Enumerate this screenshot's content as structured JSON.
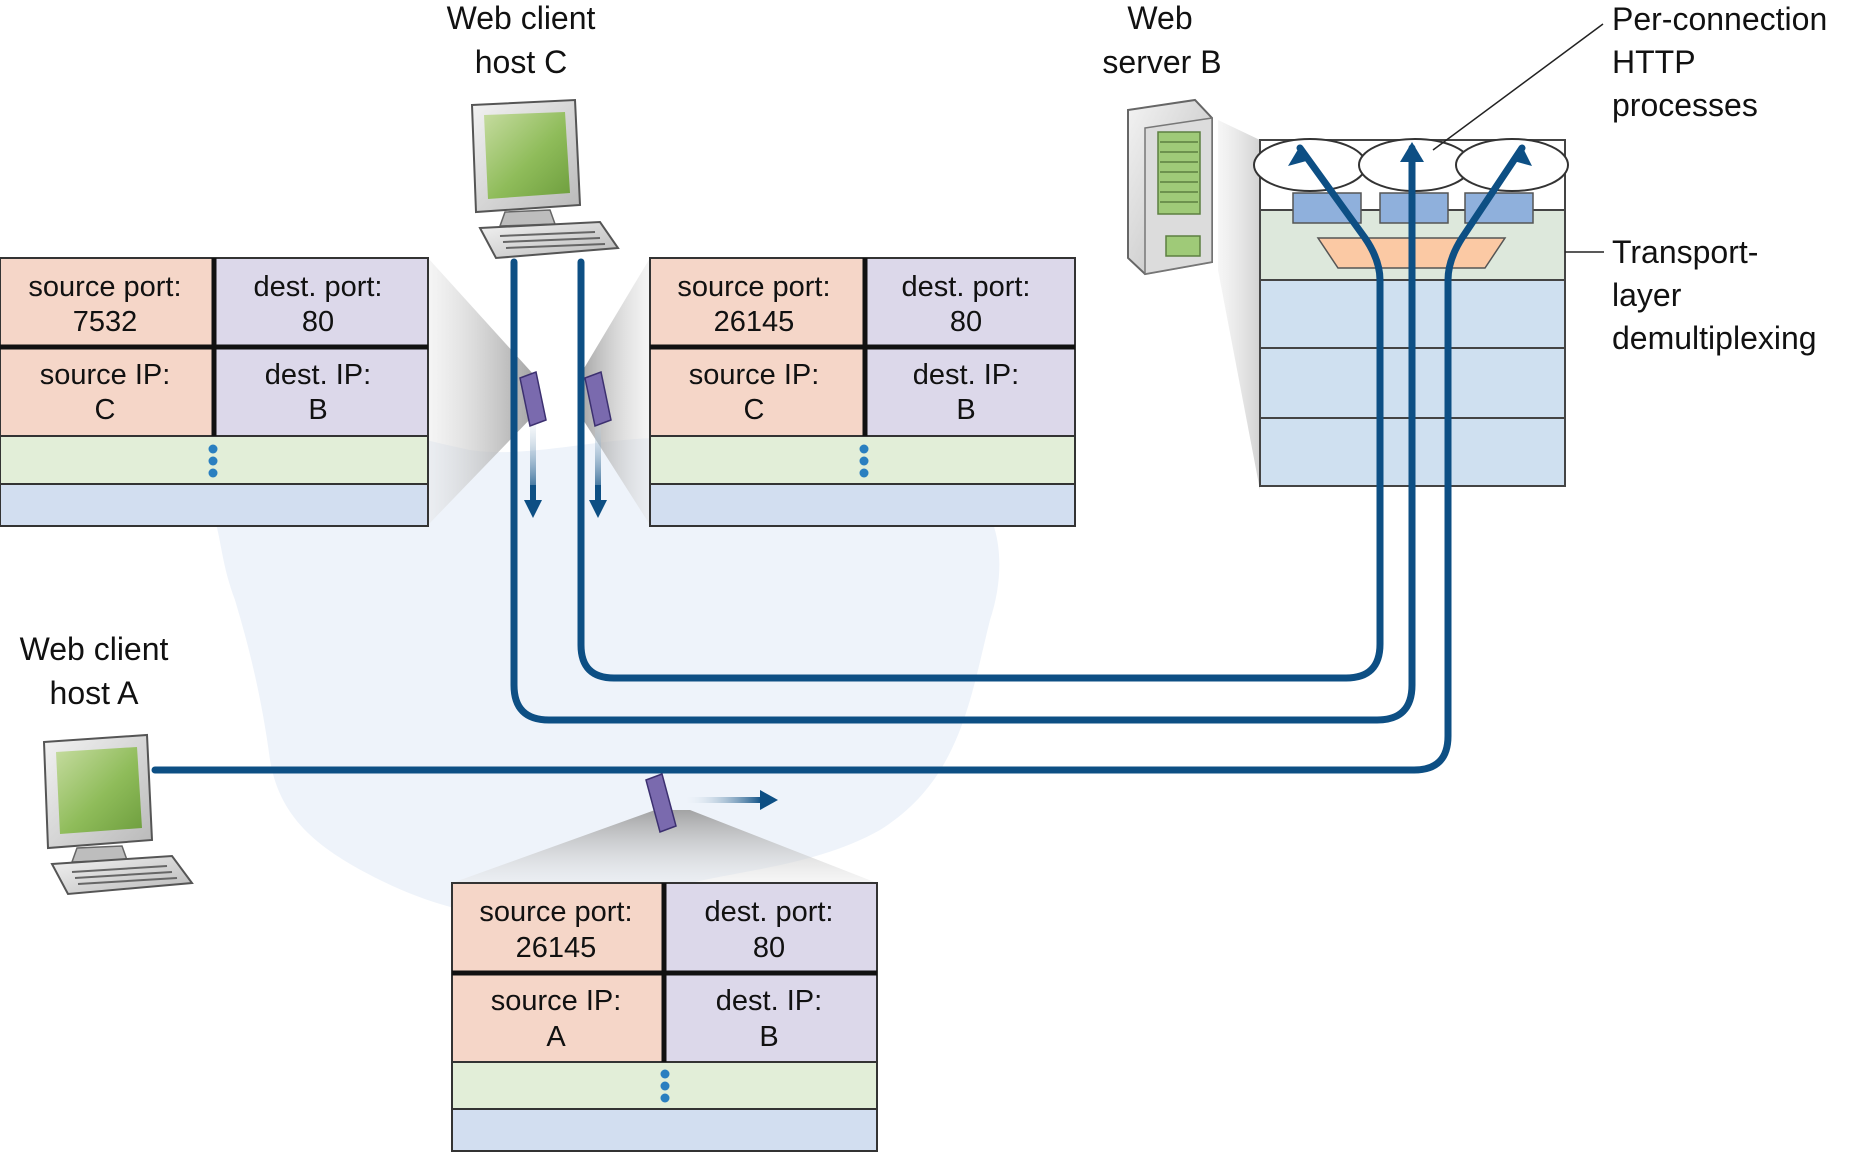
{
  "labels": {
    "client_c": [
      "Web client",
      "host C"
    ],
    "server_b": [
      "Web",
      "server B"
    ],
    "client_a": [
      "Web client",
      "host A"
    ],
    "processes": [
      "Per-connection",
      "HTTP",
      "processes"
    ],
    "demux": [
      "Transport-",
      "layer",
      "demultiplexing"
    ]
  },
  "segments": {
    "left": {
      "src_port_label": "source port:",
      "src_port": "7532",
      "dst_port_label": "dest. port:",
      "dst_port": "80",
      "src_ip_label": "source IP:",
      "src_ip": "C",
      "dst_ip_label": "dest. IP:",
      "dst_ip": "B"
    },
    "middle": {
      "src_port_label": "source port:",
      "src_port": "26145",
      "dst_port_label": "dest. port:",
      "dst_port": "80",
      "src_ip_label": "source IP:",
      "src_ip": "C",
      "dst_ip_label": "dest. IP:",
      "dst_ip": "B"
    },
    "bottom": {
      "src_port_label": "source port:",
      "src_port": "26145",
      "dst_port_label": "dest. port:",
      "dst_port": "80",
      "src_ip_label": "source IP:",
      "src_ip": "A",
      "dst_ip_label": "dest. IP:",
      "dst_ip": "B"
    }
  },
  "colors": {
    "link": "#0d4f84",
    "port_source": "#f5d6c8",
    "port_dest": "#dcd8ea",
    "payload": "#e2eed8",
    "trailer": "#d2def0",
    "cloud": "#eef3fa",
    "layer": "#cfe0f0",
    "socket": "#8fb0dc",
    "demux": "#fbc9a4",
    "packet": "#7a6aae"
  }
}
